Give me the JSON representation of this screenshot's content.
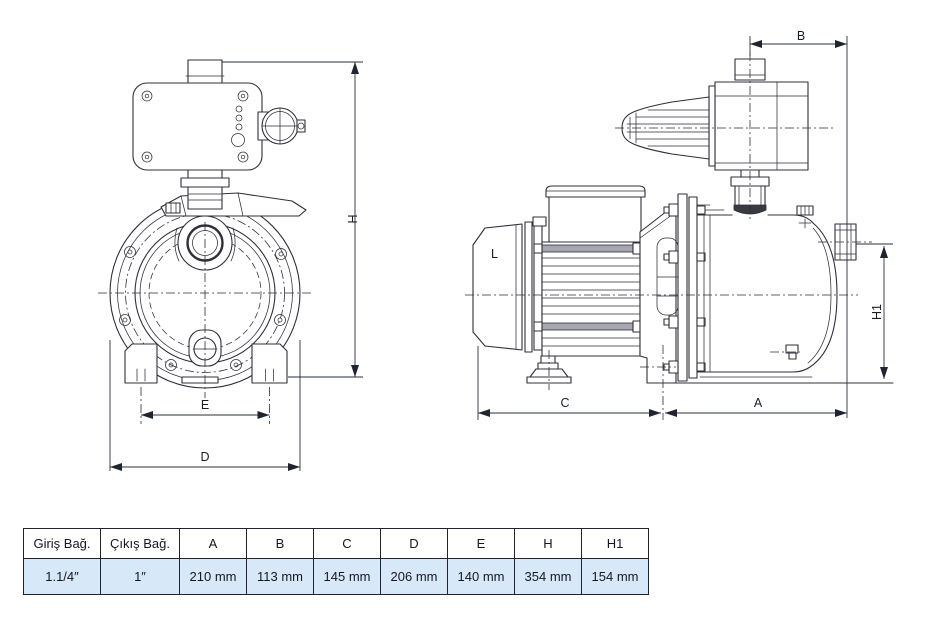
{
  "labels": {
    "H": "H",
    "E": "E",
    "D": "D",
    "B": "B",
    "C": "C",
    "A": "A",
    "H1": "H1",
    "L": "L"
  },
  "colors": {
    "line": "#2f2f3a",
    "dimension": "#2a2f3e",
    "arrow_fill": "#1e2530",
    "table_border": "#23232e",
    "table_value_row_bg": "#d7e9f8",
    "background": "#ffffff"
  },
  "table": {
    "headers": [
      "Giriş Bağ.",
      "Çıkış Bağ.",
      "A",
      "B",
      "C",
      "D",
      "E",
      "H",
      "H1"
    ],
    "values": [
      "1.1/4″",
      "1″",
      "210 mm",
      "113 mm",
      "145 mm",
      "206 mm",
      "140 mm",
      "354 mm",
      "154 mm"
    ]
  }
}
